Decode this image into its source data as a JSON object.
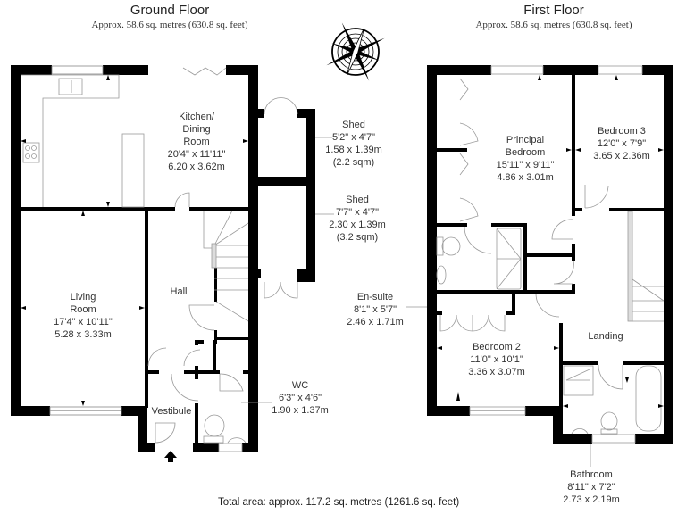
{
  "ground_floor": {
    "title": "Ground Floor",
    "area": "Approx. 58.6 sq. metres (630.8 sq. feet)",
    "rooms": {
      "kitchen": {
        "name1": "Kitchen/",
        "name2": "Dining",
        "name3": "Room",
        "imperial": "20'4\" x 11'11\"",
        "metric": "6.20 x 3.62m"
      },
      "living": {
        "name1": "Living",
        "name2": "Room",
        "imperial": "17'4\" x 10'11\"",
        "metric": "5.28 x 3.33m"
      },
      "hall": {
        "name": "Hall"
      },
      "vestibule": {
        "name": "Vestibule"
      },
      "wc": {
        "name": "WC",
        "imperial": "6'3\" x 4'6\"",
        "metric": "1.90 x 1.37m"
      },
      "shed1": {
        "name": "Shed",
        "imperial": "5'2\" x 4'7\"",
        "metric": "1.58 x 1.39m",
        "sqm": "(2.2 sqm)"
      },
      "shed2": {
        "name": "Shed",
        "imperial": "7'7\" x 4'7\"",
        "metric": "2.30 x 1.39m",
        "sqm": "(3.2 sqm)"
      }
    }
  },
  "first_floor": {
    "title": "First Floor",
    "area": "Approx. 58.6 sq. metres (630.8 sq. feet)",
    "rooms": {
      "principal": {
        "name1": "Principal",
        "name2": "Bedroom",
        "imperial": "15'11\" x 9'11\"",
        "metric": "4.86 x 3.01m"
      },
      "bedroom3": {
        "name": "Bedroom 3",
        "imperial": "12'0\" x 7'9\"",
        "metric": "3.65 x 2.36m"
      },
      "ensuite": {
        "name": "En-suite",
        "imperial": "8'1\" x 5'7\"",
        "metric": "2.46 x 1.71m"
      },
      "bedroom2": {
        "name": "Bedroom 2",
        "imperial": "11'0\" x 10'1\"",
        "metric": "3.36 x 3.07m"
      },
      "landing": {
        "name": "Landing"
      },
      "bathroom": {
        "name": "Bathroom",
        "imperial": "8'11\" x 7'2\"",
        "metric": "2.73 x 2.19m"
      }
    }
  },
  "compass": {
    "icon": "compass-rose-icon"
  },
  "entrance": {
    "icon": "entrance-arrow-icon"
  },
  "total_area": "Total area: approx. 117.2 sq. metres (1261.6 sq. feet)"
}
